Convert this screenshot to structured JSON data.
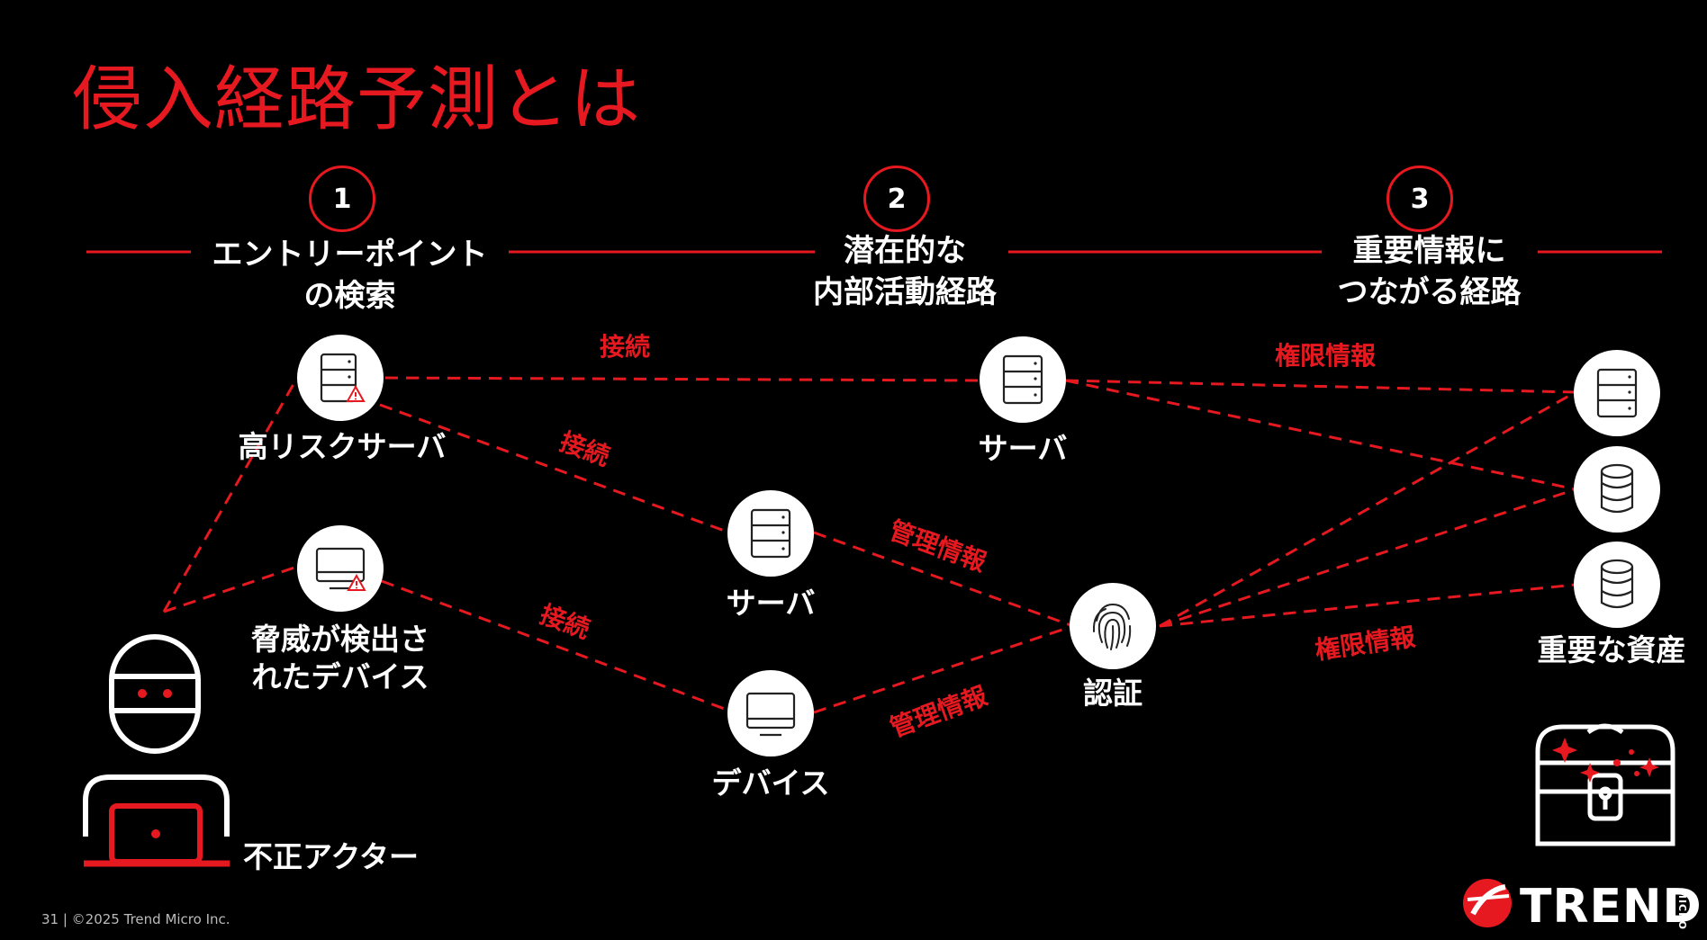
{
  "title": "侵入経路予測とは",
  "steps": [
    {
      "number": "1",
      "label": "エントリーポイント\nの検索"
    },
    {
      "number": "2",
      "label": "潜在的な\n内部活動経路"
    },
    {
      "number": "3",
      "label": "重要情報に\nつながる経路"
    }
  ],
  "nodes": {
    "high_risk_server": "高リスクサーバ",
    "threat_device": "脅威が検出さ\nれたデバイス",
    "actor": "不正アクター",
    "server_top": "サーバ",
    "server_mid": "サーバ",
    "device": "デバイス",
    "auth": "認証",
    "assets": "重要な資産"
  },
  "edge_labels": {
    "connect_1": "接続",
    "connect_2": "接続",
    "connect_3": "接続",
    "admin_1": "管理情報",
    "admin_2": "管理情報",
    "priv_1": "権限情報",
    "priv_2": "権限情報"
  },
  "icons": {
    "high_risk_server": "server-warning-icon",
    "threat_device": "monitor-warning-icon",
    "server": "server-icon",
    "device": "monitor-icon",
    "auth": "fingerprint-icon",
    "asset_server": "server-icon",
    "asset_db": "database-icon",
    "actor": "hacker-icon",
    "treasure": "treasure-chest-icon"
  },
  "colors": {
    "accent": "#e5191f",
    "background": "#000000",
    "text": "#ffffff"
  },
  "footer": "31 | ©2025 Trend Micro Inc.",
  "logo": {
    "text": "TREND",
    "micro": "MICRO"
  }
}
